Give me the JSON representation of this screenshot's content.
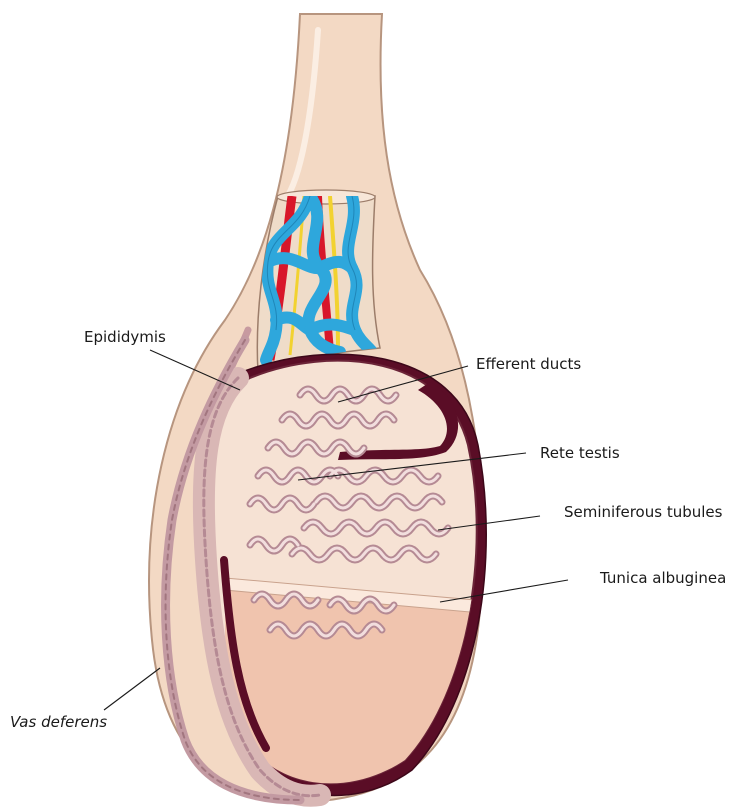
{
  "labels": {
    "epididymis": "Epididymis",
    "efferent_ducts": "Efferent ducts",
    "rete_testis": "Rete testis",
    "seminiferous_tubules": "Seminiferous tubules",
    "tunica_albuginea": "Tunica albuginea",
    "vas_deferens": "Vas deferens"
  },
  "colors": {
    "skin": "#f3d9c4",
    "skin_outline": "#b7957f",
    "tunica": "#5a0d26",
    "testis_fill": "#f0c4ae",
    "tubule": "#b58a94",
    "tubule_light": "#e6c4c6",
    "vein": "#2ea7dc",
    "artery": "#d8172a",
    "nerve": "#f2d230"
  }
}
